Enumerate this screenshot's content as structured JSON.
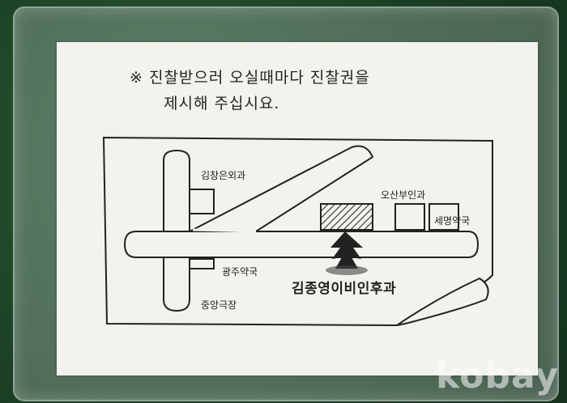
{
  "notice": {
    "line1": "※ 진찰받으러 오실때마다 진찰권을",
    "line2": "제시해 주십시요."
  },
  "map": {
    "clinic_left": "김창은외과",
    "clinic_right": "오산부인과",
    "pharmacy_right": "세명약국",
    "pharmacy_left": "광주약국",
    "theater": "중앙극장",
    "hospital": "김종영이비인후과"
  },
  "watermark": "kobay"
}
